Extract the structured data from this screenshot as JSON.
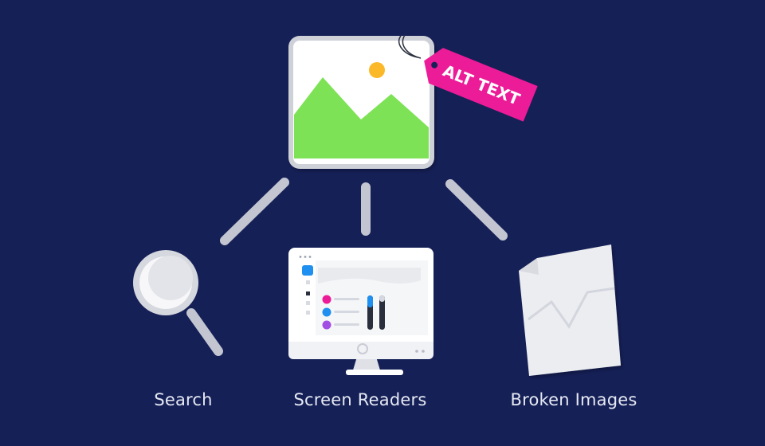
{
  "tag": {
    "label": "ALT TEXT"
  },
  "captions": {
    "search": "Search",
    "screen_readers": "Screen Readers",
    "broken_images": "Broken Images"
  },
  "colors": {
    "background": "#152057",
    "connector": "#c3c6d1",
    "mountain": "#7ee256",
    "sun": "#fbb92c",
    "tag": "#ec1b97",
    "frame": "#cfd1d8",
    "paper": "#ecedf0",
    "dot_pink": "#ec1b97",
    "dot_blue": "#1f8ff0",
    "dot_purple": "#a24de3"
  },
  "icons": [
    "image-icon",
    "price-tag-icon",
    "magnifier-icon",
    "monitor-icon",
    "broken-image-icon"
  ]
}
